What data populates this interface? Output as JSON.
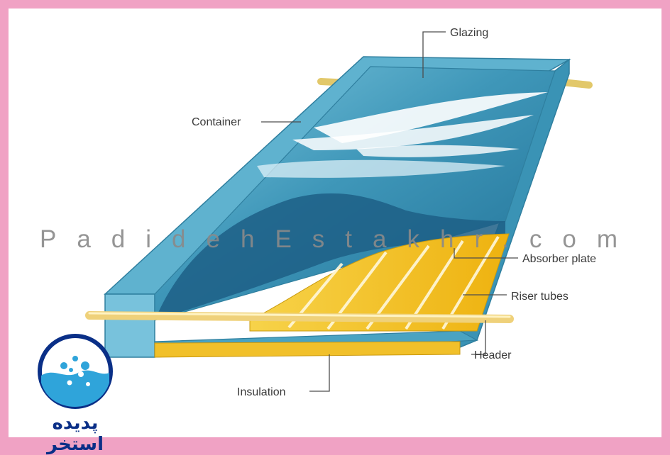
{
  "labels": {
    "glazing": "Glazing",
    "container": "Container",
    "absorber_plate": "Absorber plate",
    "riser_tubes": "Riser tubes",
    "header": "Header",
    "insulation": "Insulation"
  },
  "watermark": "PadidehEstakhr.com",
  "logo": {
    "text": "پدیده استخر",
    "icon": "water-pool-logo-icon"
  },
  "colors": {
    "frame": "#f0a2c4",
    "container": "#4aa3c2",
    "glass": "#2e84a8",
    "absorber": "#f2c21e",
    "logo_blue": "#0a2f87"
  }
}
